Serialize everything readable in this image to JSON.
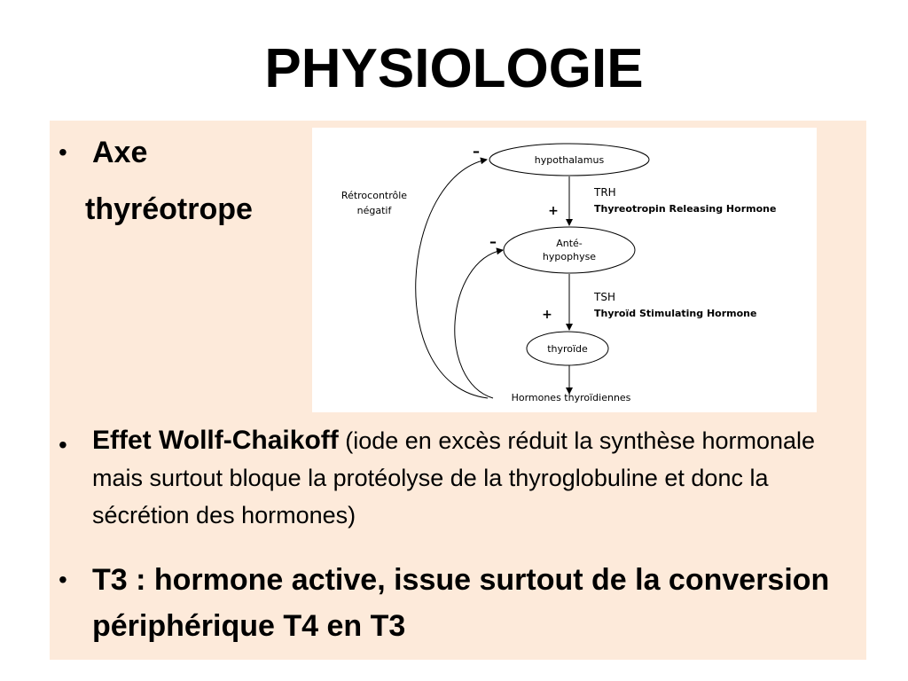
{
  "title": "PHYSIOLOGIE",
  "bullet_symbol": "•",
  "bullets": [
    {
      "line1": "Axe",
      "line2": "thyréotrope"
    },
    {
      "bold": "Effet Wollf-Chaikoff",
      "text": " (iode en excès réduit la synthèse hormonale mais surtout bloque la protéolyse de la thyroglobuline et donc la sécrétion des hormones)"
    },
    {
      "text": "T3 : hormone active, issue surtout de la conversion périphérique T4 en T3"
    }
  ],
  "diagram": {
    "nodes": {
      "hypothalamus": "hypothalamus",
      "ante_line1": "Anté-",
      "ante_line2": "hypophyse",
      "thyroide": "thyroïde",
      "hormones": "Hormones thyroïdiennes"
    },
    "feedback_label_line1": "Rétrocontrôle",
    "feedback_label_line2": "négatif",
    "trh_abbrev": "TRH",
    "trh_full": "Thyreotropin Releasing Hormone",
    "tsh_abbrev": "TSH",
    "tsh_full": "Thyroïd Stimulating Hormone",
    "plus": "+",
    "minus": "–"
  },
  "colors": {
    "content_background": "#fdeada",
    "diagram_background": "#ffffff"
  }
}
